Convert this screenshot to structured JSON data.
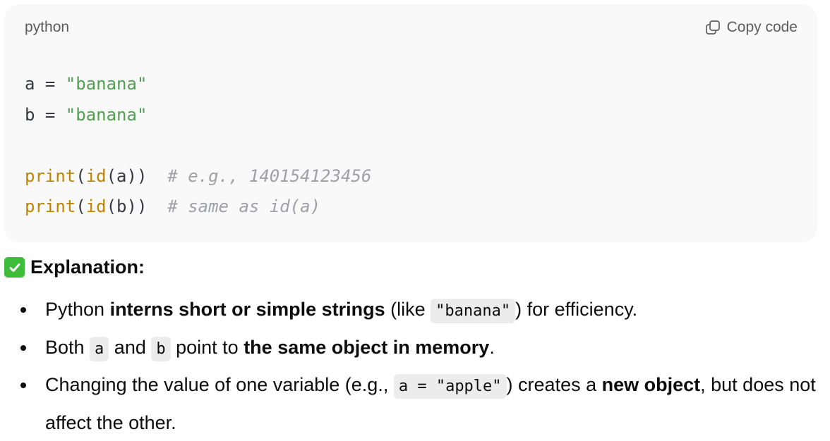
{
  "code_block": {
    "language": "python",
    "copy_label": "Copy code",
    "lines": [
      {
        "tokens": [
          {
            "t": "plain",
            "v": "a = "
          },
          {
            "t": "str",
            "v": "\"banana\""
          }
        ]
      },
      {
        "tokens": [
          {
            "t": "plain",
            "v": "b = "
          },
          {
            "t": "str",
            "v": "\"banana\""
          }
        ]
      },
      {
        "tokens": []
      },
      {
        "tokens": [
          {
            "t": "fn",
            "v": "print"
          },
          {
            "t": "plain",
            "v": "("
          },
          {
            "t": "fn",
            "v": "id"
          },
          {
            "t": "plain",
            "v": "(a))  "
          },
          {
            "t": "com",
            "v": "# e.g., 140154123456"
          }
        ]
      },
      {
        "tokens": [
          {
            "t": "fn",
            "v": "print"
          },
          {
            "t": "plain",
            "v": "("
          },
          {
            "t": "fn",
            "v": "id"
          },
          {
            "t": "plain",
            "v": "(b))  "
          },
          {
            "t": "com",
            "v": "# same as id(a)"
          }
        ]
      }
    ]
  },
  "explanation": {
    "icon": "check-mark-button-icon",
    "title": "Explanation:"
  },
  "bullets": [
    {
      "parts": [
        {
          "t": "text",
          "v": "Python "
        },
        {
          "t": "bold",
          "v": "interns short or simple strings"
        },
        {
          "t": "text",
          "v": " (like "
        },
        {
          "t": "code",
          "v": "\"banana\""
        },
        {
          "t": "text",
          "v": ") for efficiency."
        }
      ]
    },
    {
      "parts": [
        {
          "t": "text",
          "v": "Both "
        },
        {
          "t": "code",
          "v": "a"
        },
        {
          "t": "text",
          "v": " and "
        },
        {
          "t": "code",
          "v": "b"
        },
        {
          "t": "text",
          "v": " point to "
        },
        {
          "t": "bold",
          "v": "the same object in memory"
        },
        {
          "t": "text",
          "v": "."
        }
      ]
    },
    {
      "parts": [
        {
          "t": "text",
          "v": "Changing the value of one variable (e.g., "
        },
        {
          "t": "code",
          "v": "a = \"apple\""
        },
        {
          "t": "text",
          "v": ") creates a "
        },
        {
          "t": "bold",
          "v": "new object"
        },
        {
          "t": "text",
          "v": ", but does not affect the other."
        }
      ]
    }
  ]
}
